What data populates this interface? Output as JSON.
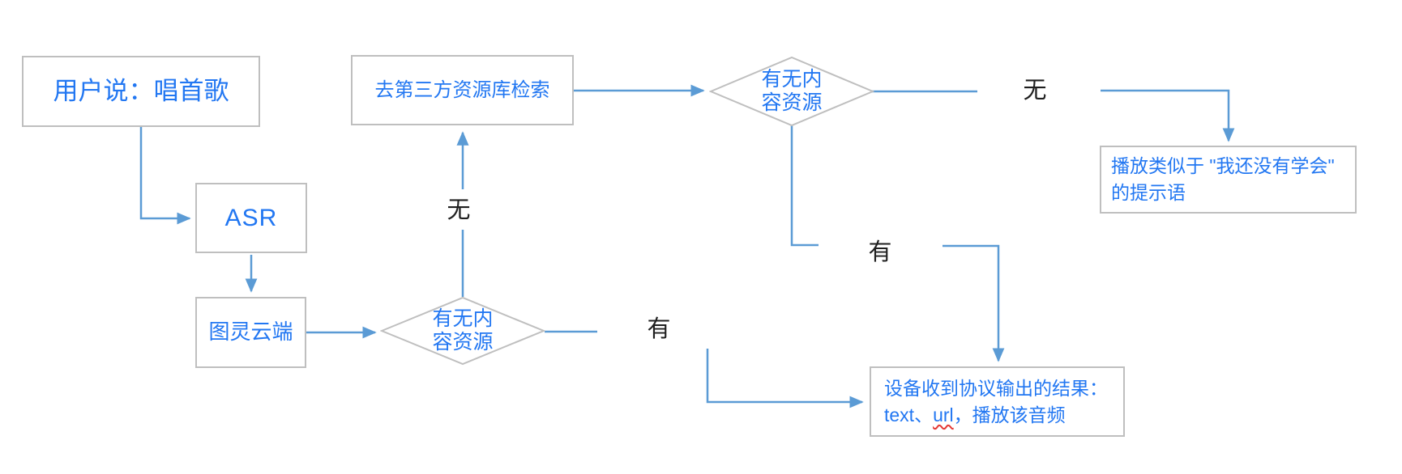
{
  "diagram": {
    "title": "voice-skill-content-retrieval-flowchart",
    "colors": {
      "node_text_blue": "#2277f2",
      "arrow_blue": "#5b9bd5",
      "border_gray": "#bfbfbf",
      "edge_label_black": "#1f1f1f",
      "spellcheck_red": "#e53935"
    },
    "nodes": {
      "user_says": {
        "label": "用户说：唱首歌"
      },
      "asr": {
        "label": "ASR"
      },
      "turing_cloud": {
        "label": "图灵云端"
      },
      "third_party_search": {
        "label": "去第三方资源库检索"
      },
      "decision_local": {
        "line1": "有无内",
        "line2": "容资源"
      },
      "decision_third_party": {
        "line1": "有无内",
        "line2": "容资源"
      },
      "play_prompt": {
        "line1": "播放类似于 \"我还没有学会\"",
        "line2": "的提示语"
      },
      "device_result": {
        "line1": "设备收到协议输出的结果：",
        "line2_pre": "text、",
        "line2_url": "url",
        "line2_post": "，播放该音频"
      }
    },
    "edge_labels": {
      "no_local": "无",
      "no_third_party": "无",
      "yes_local": "有",
      "yes_third_party": "有"
    }
  }
}
